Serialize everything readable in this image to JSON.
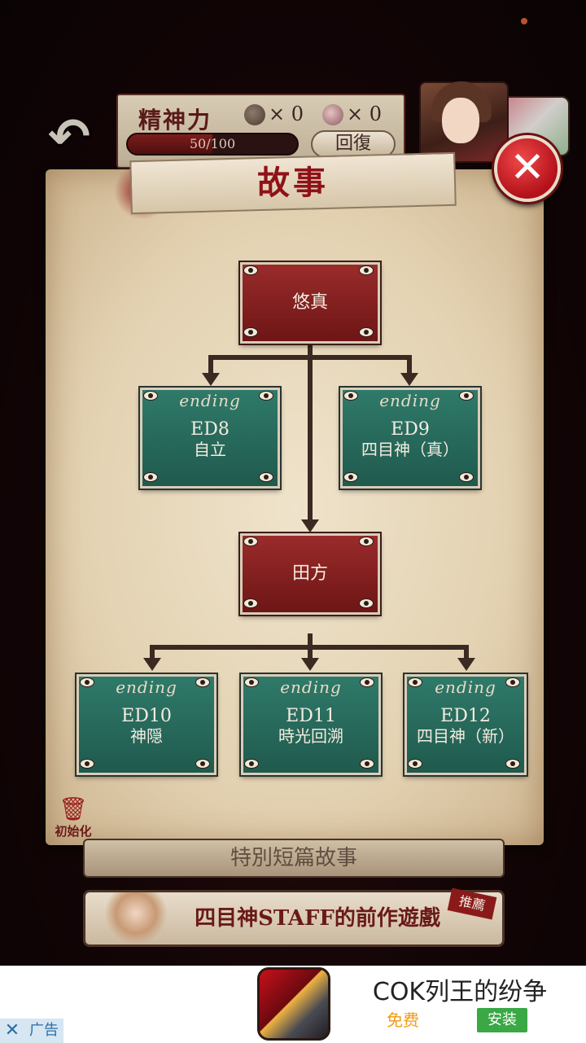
{
  "hud": {
    "stamina_label": "精神力",
    "stamina_value": "50/100",
    "stamina_fraction": 0.5,
    "item1_count": "× 0",
    "item2_count": "× 0",
    "recover_label": "回復"
  },
  "panel": {
    "title": "故事",
    "reset_label": "初始化"
  },
  "tree": {
    "root": "悠真",
    "mid": "田方",
    "ending_tag": "ending",
    "endings": [
      {
        "code": "ED8",
        "name": "自立"
      },
      {
        "code": "ED9",
        "name": "四目神（真）"
      },
      {
        "code": "ED10",
        "name": "神隠"
      },
      {
        "code": "ED11",
        "name": "時光回溯"
      },
      {
        "code": "ED12",
        "name": "四目神（新）"
      }
    ]
  },
  "buttons": {
    "under_label": "特別短篇故事",
    "staff_label": "四目神STAFF的前作遊戲",
    "recommend_tag": "推薦"
  },
  "ad": {
    "label": "广告",
    "title": "COK列王的纷争",
    "free": "免费",
    "install": "安装"
  }
}
